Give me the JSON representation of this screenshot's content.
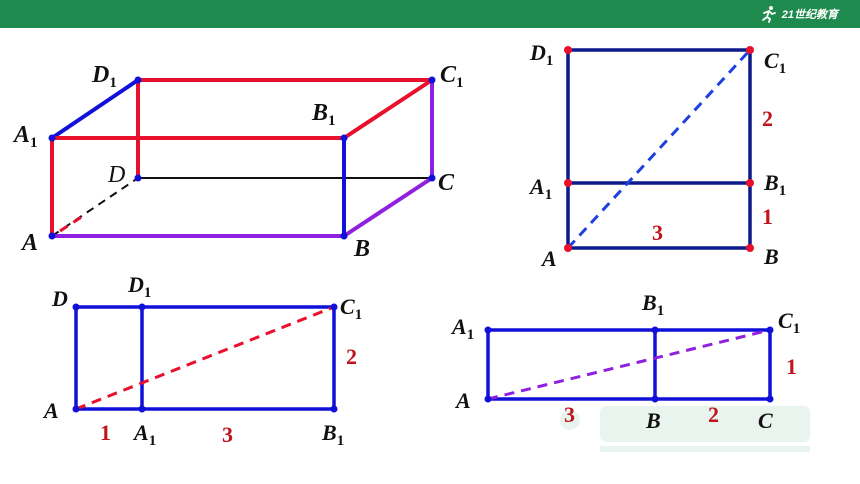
{
  "header": {
    "brand_text": "21世纪教育",
    "brand_icon": "runner-logo-icon",
    "bar_color": "#1e8a4d"
  },
  "colors": {
    "red": "#e8102c",
    "blue": "#1010d8",
    "purple": "#9020e0",
    "navy": "#0c1a8c",
    "black": "#111111",
    "number": "#c0141c"
  },
  "cuboid": {
    "A": "A",
    "B": "B",
    "C": "C",
    "D": "D",
    "A1": "A",
    "B1": "B",
    "C1": "C",
    "D1": "D",
    "sub": "1"
  },
  "panel_tr": {
    "D1": "D",
    "C1": "C",
    "A1": "A",
    "B1": "B",
    "A": "A",
    "B": "B",
    "sub": "1",
    "len_top": "2",
    "len_side": "1",
    "len_bottom": "3"
  },
  "panel_bl": {
    "D": "D",
    "D1": "D",
    "C1": "C",
    "A": "A",
    "A1": "A",
    "B1": "B",
    "sub": "1",
    "len_right": "2",
    "len_left": "1",
    "len_bottom": "3"
  },
  "panel_br": {
    "A1": "A",
    "B1": "B",
    "C1": "C",
    "A": "A",
    "B": "B",
    "C": "C",
    "sub": "1",
    "len_right": "1",
    "len_left": "3",
    "len_mid": "2"
  }
}
